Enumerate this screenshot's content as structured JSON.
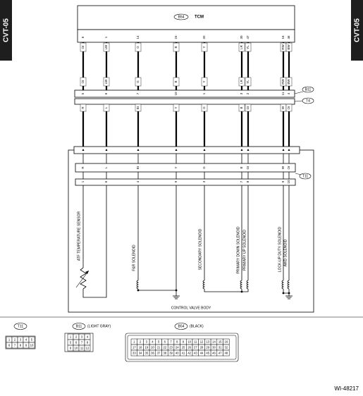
{
  "side_tabs": {
    "left": "CVT-05",
    "right": "CVT-05"
  },
  "tcm": {
    "code": "B54",
    "name": "TCM"
  },
  "connectors": {
    "b11": "B11",
    "t4": "T4",
    "t11": "T11"
  },
  "wires": [
    {
      "tcm_pin": "6",
      "top_color": "Or",
      "b11_pin": "5",
      "b11_color": "Or",
      "t4_color": "R",
      "t11_color": "R",
      "t11_pin": "1"
    },
    {
      "tcm_pin": "1",
      "top_color": "LW",
      "b11_pin": "6",
      "b11_color": "LW",
      "t4_color": "L",
      "t11_color": "L",
      "t11_pin": "6"
    },
    {
      "tcm_pin": "14",
      "top_color": "G",
      "b11_pin": "7",
      "b11_color": "G",
      "t4_color": "Br",
      "t11_color": "Br",
      "t11_pin": "4"
    },
    {
      "tcm_pin": "24",
      "top_color": "B",
      "b11_pin": "10",
      "b11_color": "B",
      "t4_color": "Y",
      "t11_color": "Y",
      "t11_pin": "9"
    },
    {
      "tcm_pin": "32",
      "top_color": "Y",
      "b11_pin": "1",
      "b11_color": "Y",
      "t4_color": "G",
      "t11_color": "G",
      "t11_pin": "3"
    },
    {
      "tcm_pin": "30",
      "top_color": "LR",
      "b11_pin": "3",
      "b11_color": "LR",
      "t4_color": "B",
      "t11_color": "B",
      "t11_pin": "7"
    },
    {
      "tcm_pin": "47",
      "top_color": "YL",
      "b11_pin": "2",
      "b11_color": "YL",
      "t4_color": "Gr",
      "t11_color": "Gr",
      "t11_pin": "8"
    },
    {
      "tcm_pin": "16",
      "top_color": "RW",
      "b11_pin": "11",
      "b11_color": "RW",
      "t4_color": "W",
      "t11_color": "W",
      "t11_pin": "9"
    },
    {
      "tcm_pin": "46",
      "top_color": "BW",
      "b11_pin": "4",
      "b11_color": "BW",
      "t4_color": "Or",
      "t11_color": "Or",
      "t11_pin": "10"
    }
  ],
  "components": [
    {
      "label": "ATF TEMPERATURE SENSOR"
    },
    {
      "label": "F&R SOLENOID"
    },
    {
      "label": "SECONDARY SOLENOID"
    },
    {
      "label": "PRIMARY DOWN SOLENOID"
    },
    {
      "label": "PRIMARY UP SOLENOID"
    },
    {
      "label": "LOCK-UP DUTY SOLENOID"
    },
    {
      "label": "AWD SOLENOID"
    }
  ],
  "control_valve_label": "CONTROL VALVE BODY",
  "legend": {
    "t11": {
      "code": "T11",
      "desc": "",
      "rows": [
        [
          "1",
          "2",
          "3",
          "4",
          "5"
        ],
        [
          "6",
          "7",
          "8",
          "9",
          "10"
        ]
      ]
    },
    "b11": {
      "code": "B11",
      "desc": "(LIGHT GRAY)",
      "rows": [
        [
          "1",
          "2",
          "3",
          "4"
        ],
        [
          "5",
          "6",
          "7",
          "8"
        ],
        [
          "9",
          "10",
          "11",
          "12"
        ]
      ]
    },
    "b54": {
      "code": "B54",
      "desc": "(BLACK)",
      "rows": [
        [
          "1",
          "2",
          "3",
          "4",
          "5",
          "6",
          "7",
          "8",
          "9",
          "10",
          "11",
          "12",
          "13",
          "14",
          "15",
          "16"
        ],
        [
          "17",
          "18",
          "19",
          "20",
          "21",
          "22",
          "23",
          "24",
          "25",
          "26",
          "27",
          "28",
          "29",
          "30",
          "31",
          "32"
        ],
        [
          "33",
          "34",
          "35",
          "36",
          "37",
          "38",
          "39",
          "40",
          "41",
          "42",
          "43",
          "44",
          "45",
          "46",
          "47",
          "48"
        ]
      ]
    }
  },
  "ref_code": "WI-48217"
}
